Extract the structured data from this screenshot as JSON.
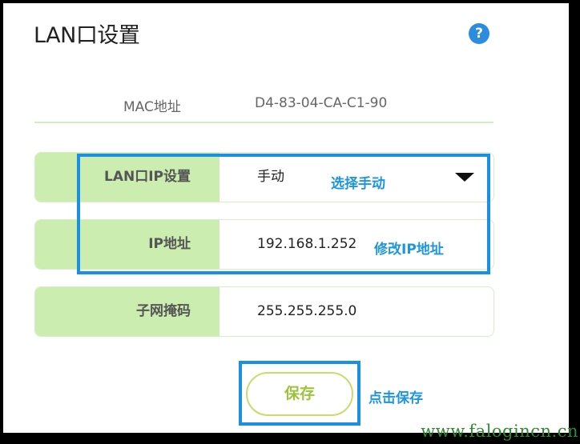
{
  "page": {
    "title": "LAN口设置",
    "help_icon": "question-circle-icon"
  },
  "mac": {
    "label": "MAC地址",
    "value": "D4-83-04-CA-C1-90"
  },
  "fields": {
    "lan_ip_mode": {
      "label": "LAN口IP设置",
      "value": "手动",
      "icon": "caret-down-icon"
    },
    "ip_address": {
      "label": "IP地址",
      "value": "192.168.1.252"
    },
    "subnet_mask": {
      "label": "子网掩码",
      "value": "255.255.255.0"
    }
  },
  "annotations": {
    "select_manual": "选择手动",
    "modify_ip": "修改IP地址",
    "click_save": "点击保存"
  },
  "actions": {
    "save_label": "保存"
  },
  "watermark": "www.falogincn.cn",
  "colors": {
    "label_cell_bg": "#cbedb0",
    "annotation_blue": "#1a90e0",
    "save_green": "#9dc33d",
    "help_blue": "#2b8ce0"
  }
}
